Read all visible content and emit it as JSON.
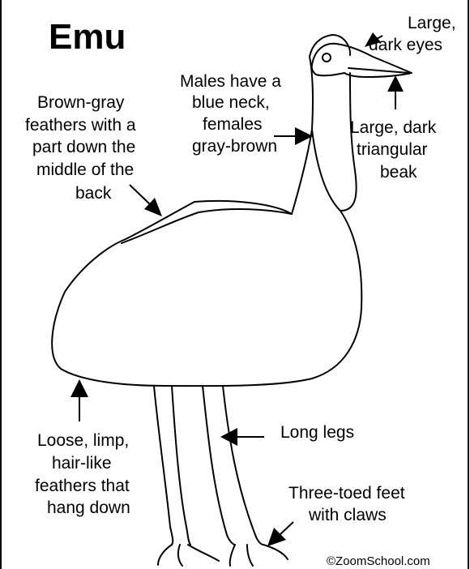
{
  "title": "Emu",
  "labels": {
    "eyes": [
      "Large,",
      "dark eyes"
    ],
    "neck": [
      "Males have a",
      "blue neck,",
      "females",
      "gray-brown"
    ],
    "back": [
      "Brown-gray",
      "feathers with a",
      "part down the",
      "middle of the",
      "back"
    ],
    "beak": [
      "Large, dark",
      "triangular",
      "beak"
    ],
    "legs": [
      "Long legs"
    ],
    "feathers": [
      "Loose, limp,",
      "hair-like",
      "feathers that",
      "hang down"
    ],
    "feet": [
      "Three-toed feet",
      "with claws"
    ]
  },
  "credit": "©ZoomSchool.com",
  "colors": {
    "ink": "#000000",
    "background": "#ffffff"
  }
}
